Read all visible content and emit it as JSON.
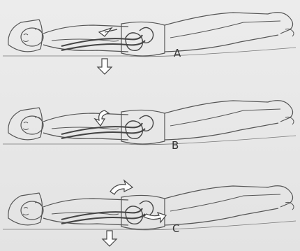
{
  "panels": [
    {
      "label": "A"
    },
    {
      "label": "B"
    },
    {
      "label": "C"
    }
  ],
  "colors": {
    "background": "#e6e6e6",
    "line": "#555555",
    "text": "#333333"
  },
  "icons": [
    "down-arrow-icon",
    "curved-arrow-icon",
    "hand-icon"
  ]
}
